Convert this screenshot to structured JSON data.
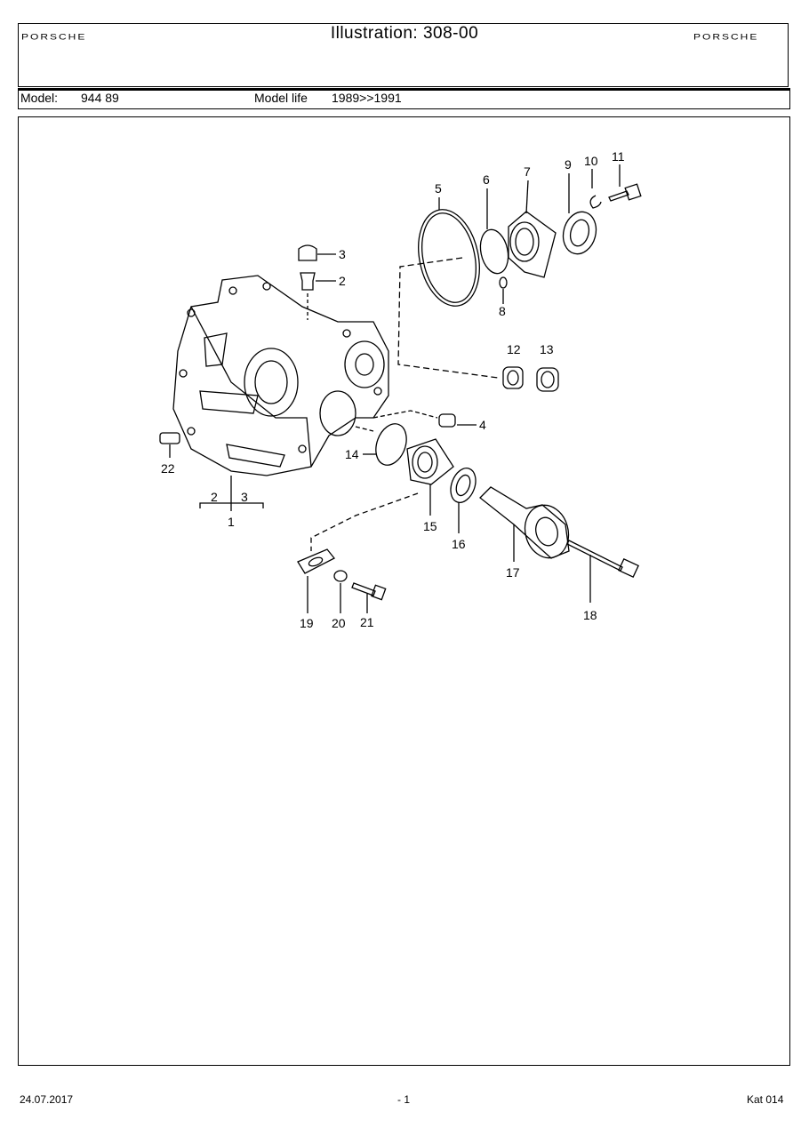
{
  "header": {
    "logo_left": "PORSCHE",
    "logo_right": "PORSCHE",
    "title": "Illustration: 308-00"
  },
  "model_row": {
    "model_label": "Model:",
    "model_value": "944 89",
    "model_life_label": "Model life",
    "model_life_value": "1989>>1991"
  },
  "diagram": {
    "callouts": [
      "1",
      "2",
      "3",
      "4",
      "5",
      "6",
      "7",
      "8",
      "9",
      "10",
      "11",
      "12",
      "13",
      "14",
      "15",
      "16",
      "17",
      "18",
      "19",
      "20",
      "21",
      "22"
    ],
    "group_labels": [
      "2",
      "3"
    ]
  },
  "footer": {
    "date": "24.07.2017",
    "page": "- 1",
    "catalog": "Kat 014"
  }
}
